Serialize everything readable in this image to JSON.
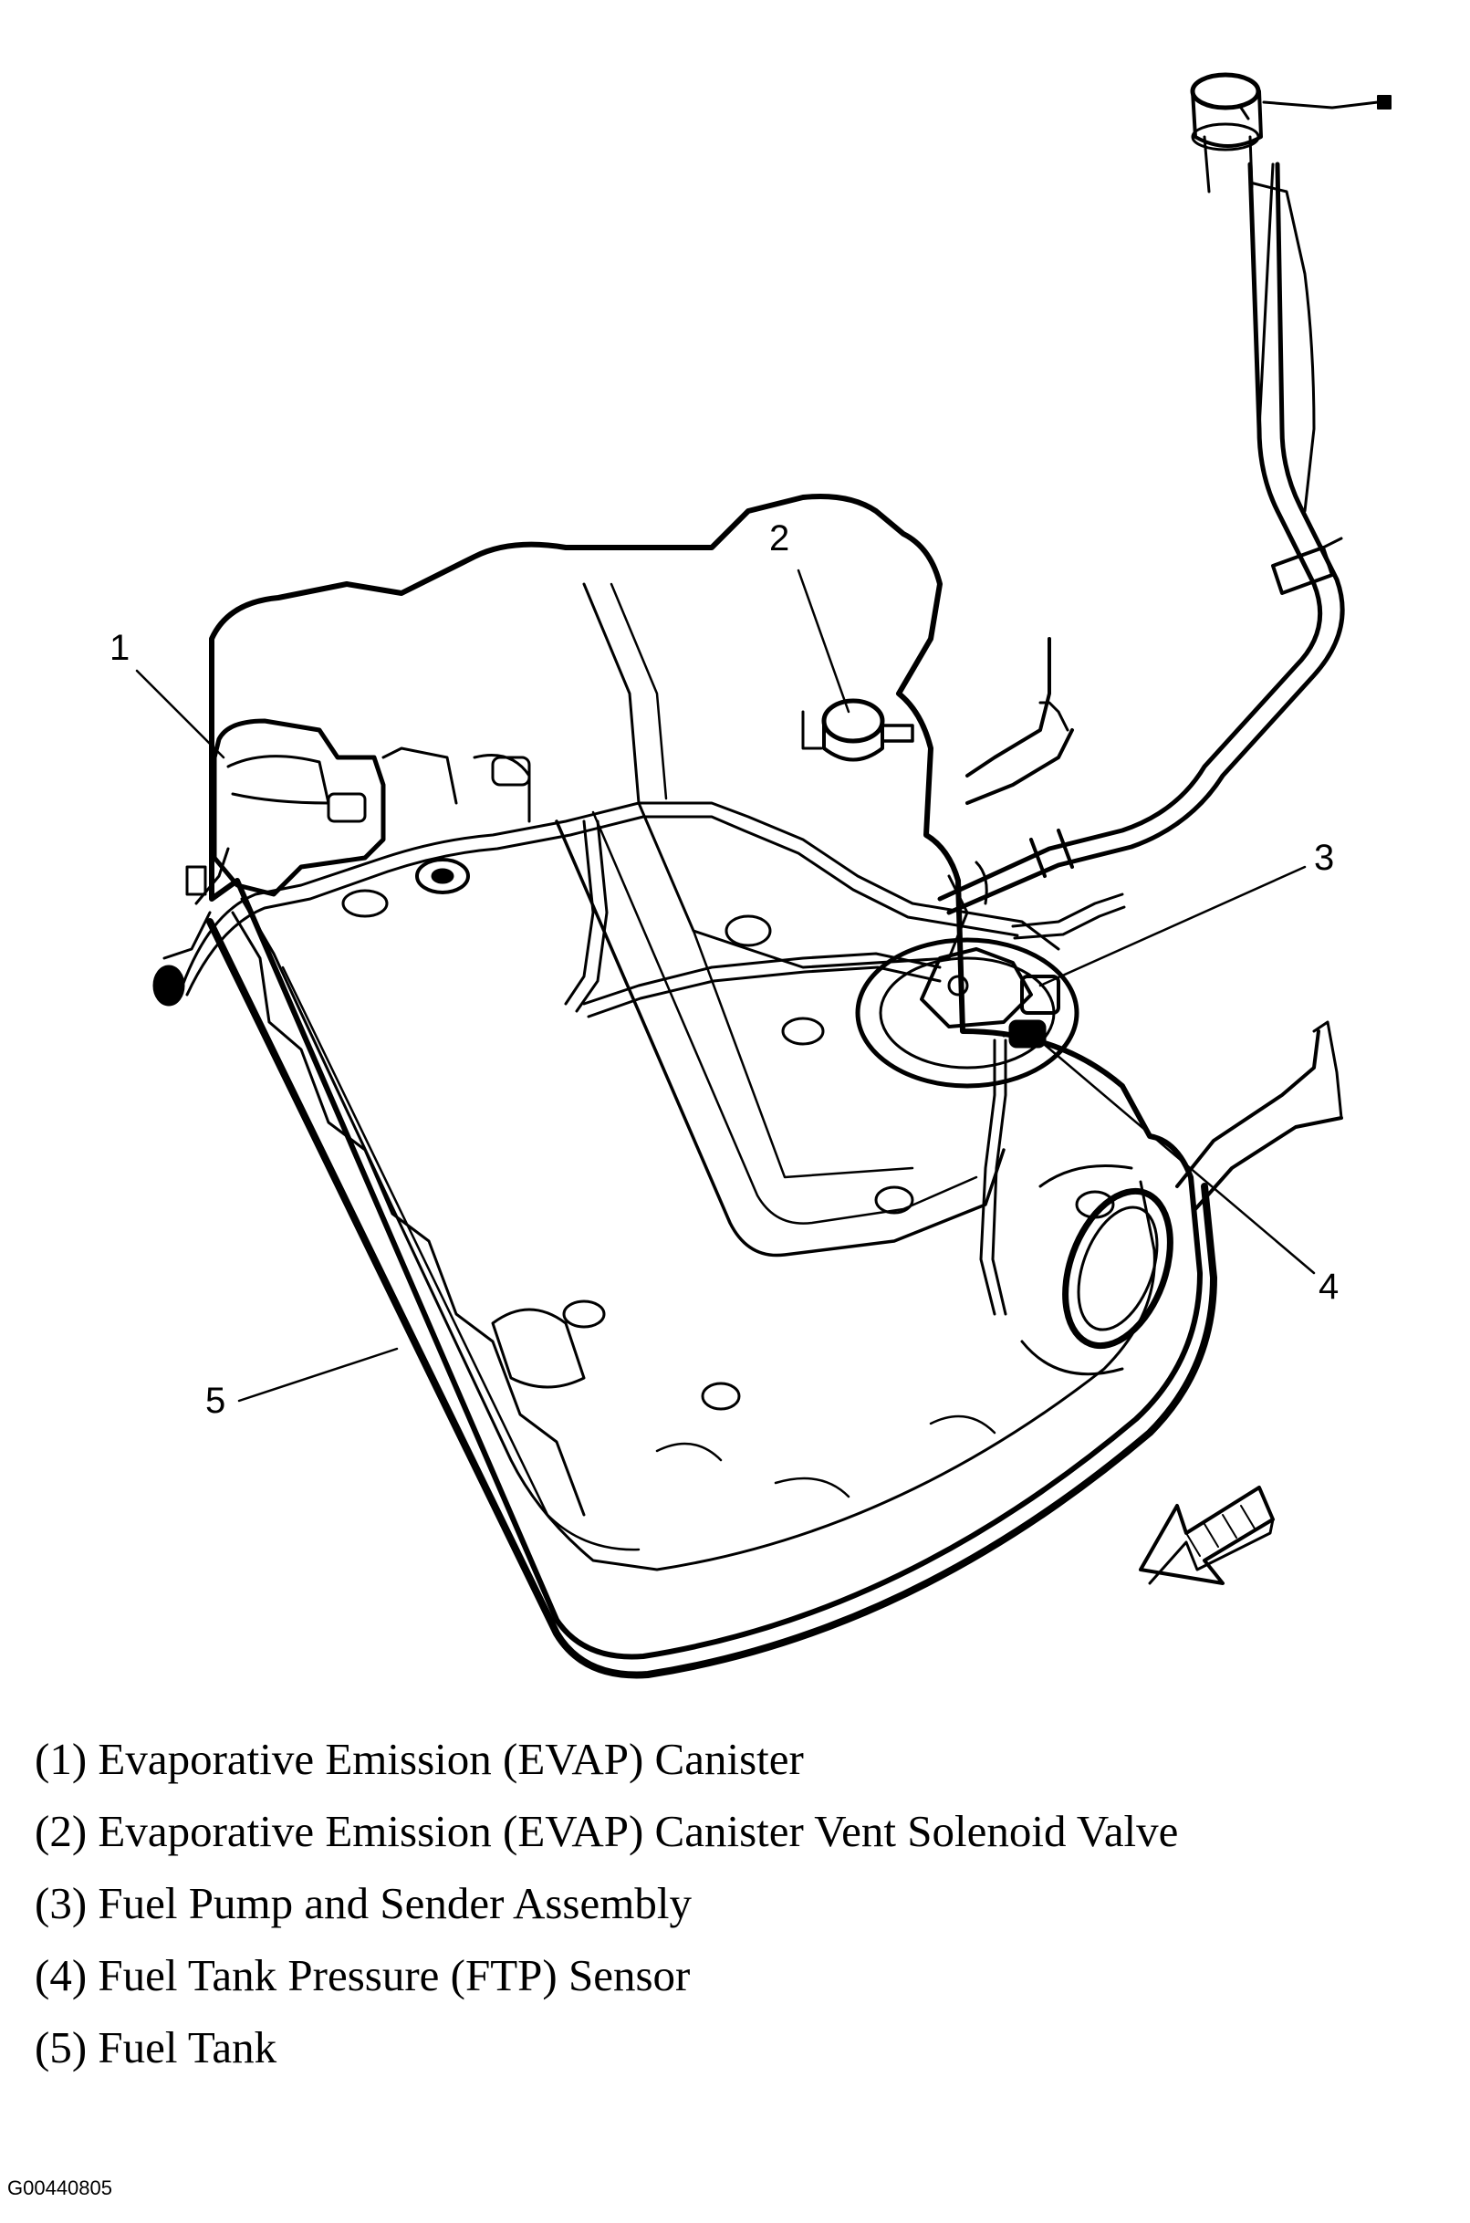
{
  "callouts": [
    "1",
    "2",
    "3",
    "4",
    "5"
  ],
  "legend": [
    "(1) Evaporative Emission (EVAP) Canister",
    "(2) Evaporative Emission (EVAP) Canister Vent Solenoid Valve",
    "(3) Fuel Pump and Sender Assembly",
    "(4) Fuel Tank Pressure (FTP) Sensor",
    "(5) Fuel Tank"
  ],
  "figure_code": "G00440805"
}
